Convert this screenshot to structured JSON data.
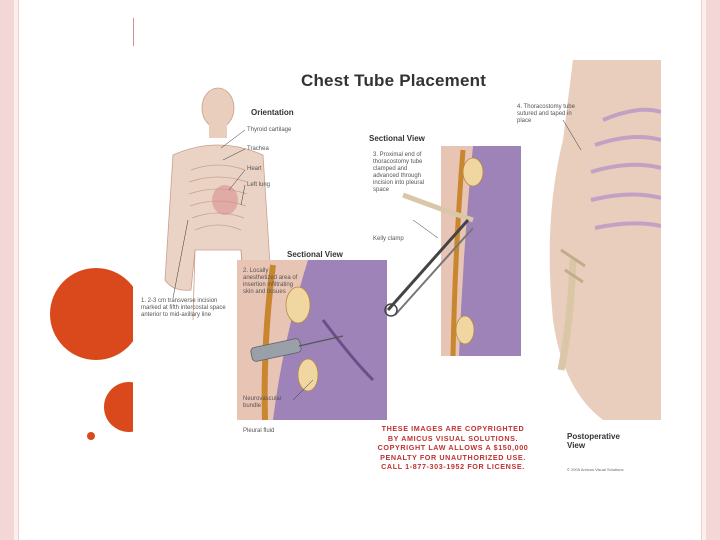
{
  "figure": {
    "title": "Chest Tube Placement",
    "orientation_heading": "Orientation",
    "orientation_labels": [
      "Thyroid cartilage",
      "Trachea",
      "Heart",
      "Left lung"
    ],
    "step1": "1. 2-3 cm transverse incision marked at fifth intercostal space anterior to mid-axillary line",
    "sectional_view_top": "Sectional View",
    "step3": "3. Proximal end of thoracostomy tube clamped and advanced through incision into pleural space",
    "kelly_clamp": "Kelly clamp",
    "step4": "4. Thoracostomy tube sutured and taped in place",
    "sectional_view_mid": "Sectional View",
    "step2": "2. Locally anesthetized area of insertion infiltrating skin and tissues",
    "neurovascular": "Neurovascular bundle",
    "pleural_fluid": "Pleural fluid",
    "copyright_lines": [
      "These images are copyrighted",
      "by Amicus Visual Solutions.",
      "Copyright law allows a $150,000",
      "penalty for unauthorized use.",
      "Call 1-877-303-1952 for license."
    ],
    "postop": "Postoperative View",
    "credit": "© 2005 Amicus Visual Solutions"
  },
  "colors": {
    "accent": "#d9491c",
    "border": "#f3d6d6",
    "lavender": "#9d83b8",
    "skin": "#e8c4b4"
  }
}
